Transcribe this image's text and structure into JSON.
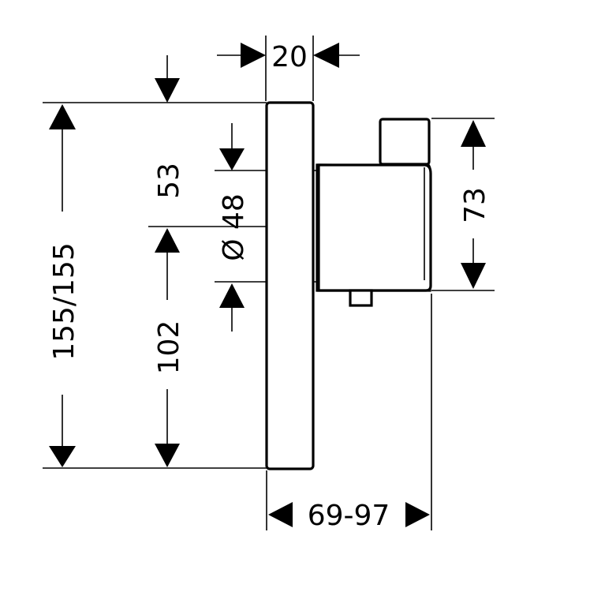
{
  "dimensions": {
    "depth_top": "20",
    "total_height": "155/155",
    "upper_offset": "53",
    "diameter": "Ø 48",
    "lower_offset": "102",
    "body_height": "73",
    "projection": "69-97"
  },
  "colors": {
    "ink": "#000000",
    "paper": "#ffffff"
  }
}
